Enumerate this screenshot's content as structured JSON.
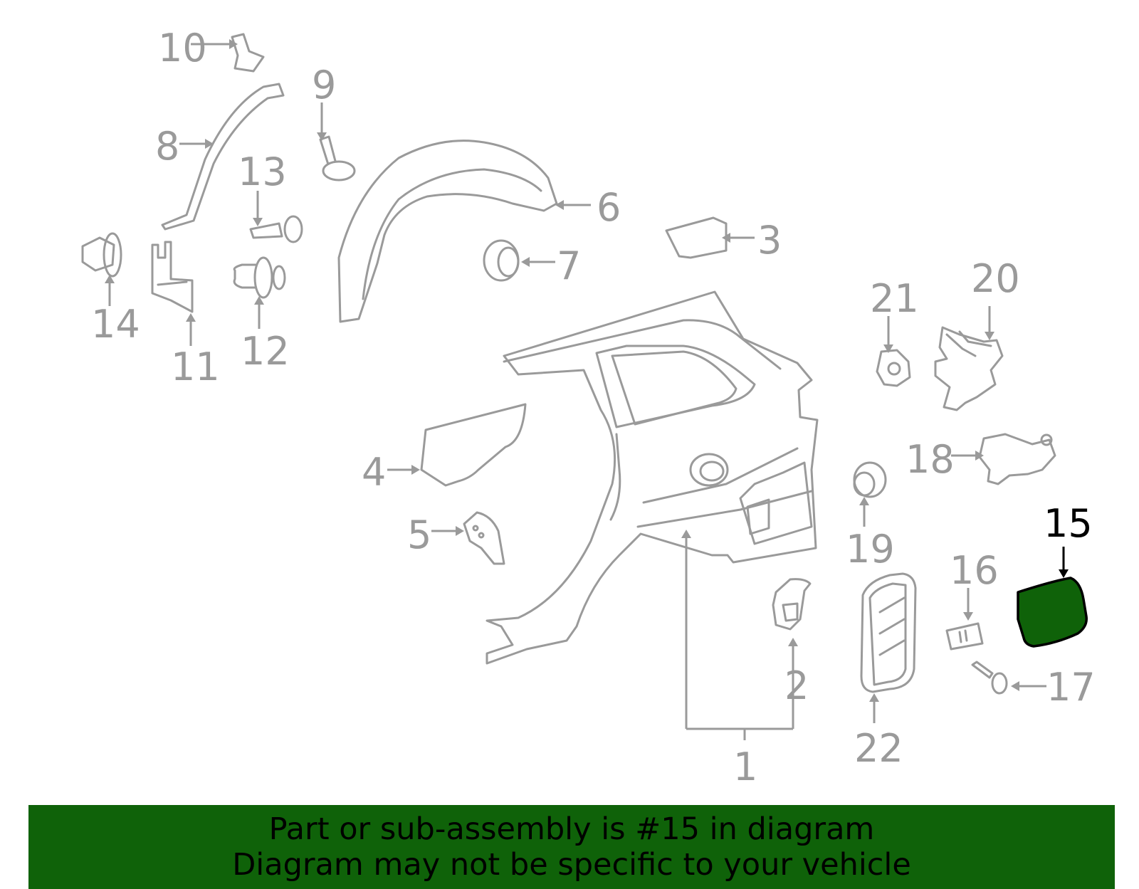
{
  "callouts": [
    "1",
    "2",
    "3",
    "4",
    "5",
    "6",
    "7",
    "8",
    "9",
    "10",
    "11",
    "12",
    "13",
    "14",
    "15",
    "16",
    "17",
    "18",
    "19",
    "20",
    "21",
    "22"
  ],
  "highlight": {
    "callout": "15",
    "fill_color": "#0f6209",
    "outline_color": "#000000"
  },
  "colors": {
    "line_art": "#9a9a9a",
    "banner_bg": "#0f6209",
    "banner_text": "#000000"
  },
  "banner": {
    "line1": "Part or sub-assembly is #15 in diagram",
    "line2": "Diagram may not be specific to your vehicle"
  }
}
